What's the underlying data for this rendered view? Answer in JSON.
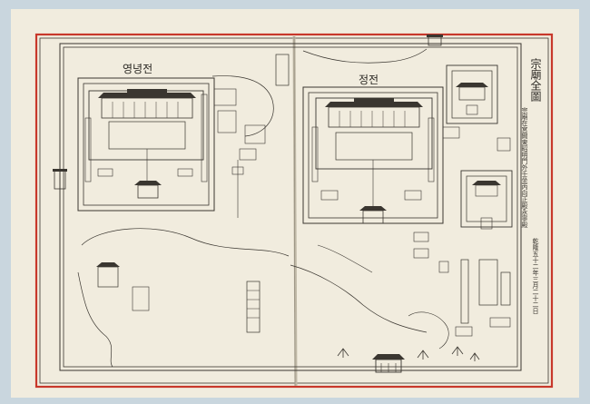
{
  "map": {
    "title": "宗廟全圖",
    "caption": "宗廟在宮闕東昭明門外壬坐丙向正殿永寧殿",
    "date_line": "乾隆五十二年三月二十二日",
    "buildings": {
      "yeongnyeongjeon": "영녕전",
      "jeongjeon": "정전"
    }
  },
  "colors": {
    "paper": "#f1ecde",
    "border": "#c8382b",
    "ink": "#3a3630",
    "background": "#c9d6de"
  }
}
